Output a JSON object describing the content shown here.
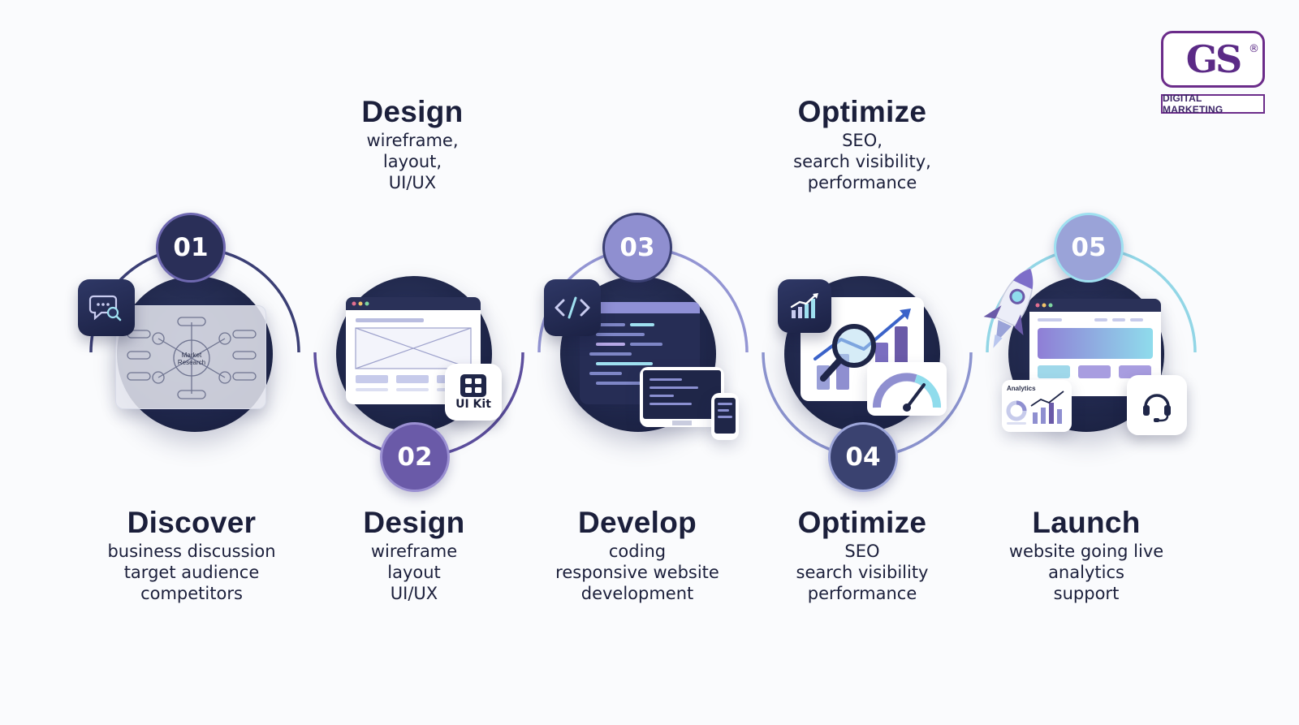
{
  "brand": {
    "letters": "GS",
    "registered": "®",
    "tagline": "DIGITAL MARKETING",
    "color": "#5b2a86"
  },
  "top_labels": [
    {
      "title": "Design",
      "lines": [
        "wireframe,",
        "layout,",
        "UI/UX"
      ]
    },
    {
      "title": "Optimize",
      "lines": [
        "SEO,",
        "search visibility,",
        "performance"
      ]
    }
  ],
  "steps": [
    {
      "number": "01",
      "title": "Discover",
      "lines": [
        "business discussion",
        "target audience",
        "competitors"
      ],
      "badge_color": "#2a2f58",
      "icons": [
        "chat-search-icon",
        "mind-map-icon"
      ],
      "inner_label": "Market Research"
    },
    {
      "number": "02",
      "title": "Design",
      "lines": [
        "wireframe",
        "layout",
        "UI/UX"
      ],
      "badge_color": "#6a5aa8",
      "icons": [
        "wireframe-browser-icon",
        "ui-kit-icon"
      ],
      "inner_label": "UI Kit"
    },
    {
      "number": "03",
      "title": "Develop",
      "lines": [
        "coding",
        "responsive website",
        "development"
      ],
      "badge_color": "#8f8fd0",
      "icons": [
        "code-icon",
        "code-editor-icon",
        "monitor-icon",
        "phone-icon"
      ]
    },
    {
      "number": "04",
      "title": "Optimize",
      "lines": [
        "SEO",
        "search visibility",
        "performance"
      ],
      "badge_color": "#3a4270",
      "icons": [
        "growth-chart-icon",
        "magnifier-chart-icon",
        "speed-gauge-icon"
      ]
    },
    {
      "number": "05",
      "title": "Launch",
      "lines": [
        "website going live",
        "analytics",
        "support"
      ],
      "badge_color": "#9aa3d8",
      "icons": [
        "rocket-icon",
        "website-dashboard-icon",
        "analytics-card-icon",
        "headset-icon"
      ],
      "inner_label": "Analytics"
    }
  ],
  "colors": {
    "navy": "#1d2446",
    "purple": "#6a5aa8",
    "lavender": "#8f8fd0",
    "cyan": "#7fd6e8"
  }
}
